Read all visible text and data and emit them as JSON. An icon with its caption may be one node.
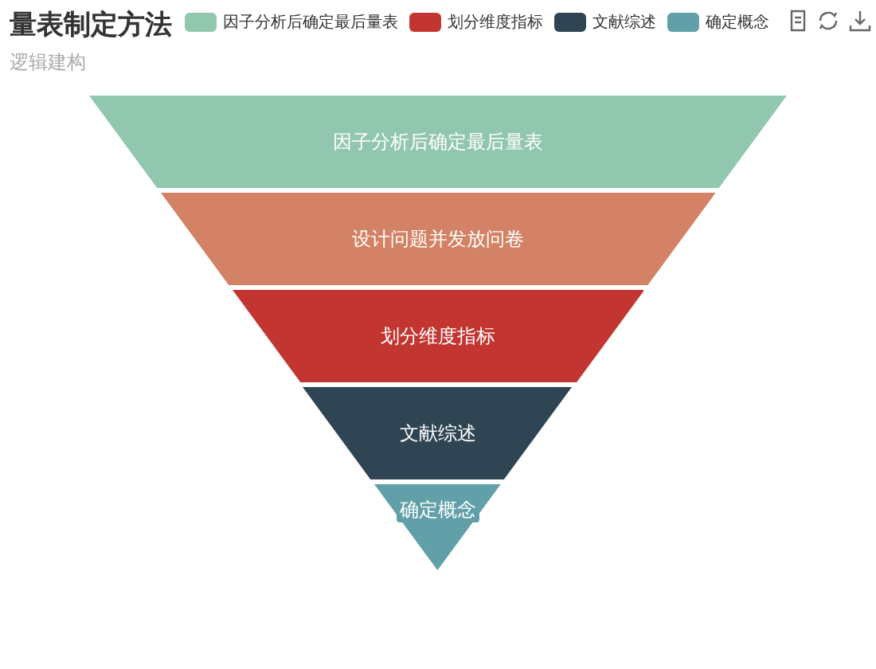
{
  "diagram": {
    "title": "量表制定方法",
    "nodes": [
      {
        "text": [
          "因子分析后确定最后量表"
        ]
      },
      {
        "text": [
          "设计问题并发放问卷"
        ]
      },
      {
        "text": [
          "划分维度指标"
        ]
      },
      {
        "text": [
          "文献综述"
        ]
      },
      {
        "text": [
          "确定概念"
        ]
      }
    ],
    "edges": [],
    "labels": [
      "逻辑建构"
    ],
    "legend": [
      {
        "text": "因子分析后确定最后量表",
        "color": "#91c7ae"
      },
      {
        "text": "划分维度指标",
        "color": "#c23531"
      },
      {
        "text": "文献综述",
        "color": "#2f4554"
      },
      {
        "text": "确定概念",
        "color": "#61a0a8"
      }
    ]
  }
}
